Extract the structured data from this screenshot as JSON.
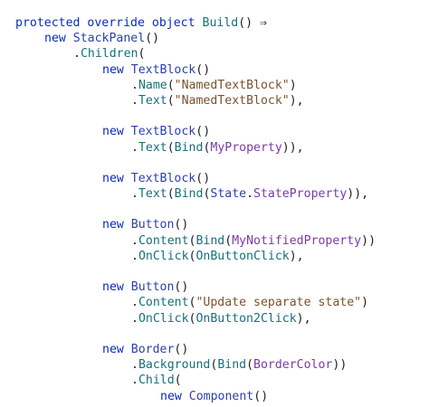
{
  "editor": {
    "lines": [
      {
        "indent": 0,
        "tokens": [
          {
            "t": "kw",
            "v": "protected"
          },
          {
            "t": "pn",
            "v": " "
          },
          {
            "t": "kw",
            "v": "override"
          },
          {
            "t": "pn",
            "v": " "
          },
          {
            "t": "kw",
            "v": "object"
          },
          {
            "t": "pn",
            "v": " "
          },
          {
            "t": "fn",
            "v": "Build"
          },
          {
            "t": "pn",
            "v": "() ⇒"
          }
        ]
      },
      {
        "indent": 1,
        "tokens": [
          {
            "t": "kw",
            "v": "new"
          },
          {
            "t": "pn",
            "v": " "
          },
          {
            "t": "ty",
            "v": "StackPanel"
          },
          {
            "t": "pn",
            "v": "()"
          }
        ]
      },
      {
        "indent": 2,
        "tokens": [
          {
            "t": "pn",
            "v": "."
          },
          {
            "t": "fn",
            "v": "Children"
          },
          {
            "t": "pn",
            "v": "("
          }
        ]
      },
      {
        "indent": 3,
        "tokens": [
          {
            "t": "kw",
            "v": "new"
          },
          {
            "t": "pn",
            "v": " "
          },
          {
            "t": "ty",
            "v": "TextBlock"
          },
          {
            "t": "pn",
            "v": "()"
          }
        ]
      },
      {
        "indent": 4,
        "tokens": [
          {
            "t": "pn",
            "v": "."
          },
          {
            "t": "fn",
            "v": "Name"
          },
          {
            "t": "pn",
            "v": "("
          },
          {
            "t": "st",
            "v": "\"NamedTextBlock\""
          },
          {
            "t": "pn",
            "v": ")"
          }
        ]
      },
      {
        "indent": 4,
        "tokens": [
          {
            "t": "pn",
            "v": "."
          },
          {
            "t": "fn",
            "v": "Text"
          },
          {
            "t": "pn",
            "v": "("
          },
          {
            "t": "st",
            "v": "\"NamedTextBlock\""
          },
          {
            "t": "pn",
            "v": "),"
          }
        ]
      },
      {
        "indent": 0,
        "tokens": []
      },
      {
        "indent": 3,
        "tokens": [
          {
            "t": "kw",
            "v": "new"
          },
          {
            "t": "pn",
            "v": " "
          },
          {
            "t": "ty",
            "v": "TextBlock"
          },
          {
            "t": "pn",
            "v": "()"
          }
        ]
      },
      {
        "indent": 4,
        "tokens": [
          {
            "t": "pn",
            "v": "."
          },
          {
            "t": "fn",
            "v": "Text"
          },
          {
            "t": "pn",
            "v": "("
          },
          {
            "t": "fn",
            "v": "Bind"
          },
          {
            "t": "pn",
            "v": "("
          },
          {
            "t": "pr",
            "v": "MyProperty"
          },
          {
            "t": "pn",
            "v": ")),"
          }
        ]
      },
      {
        "indent": 0,
        "tokens": []
      },
      {
        "indent": 3,
        "tokens": [
          {
            "t": "kw",
            "v": "new"
          },
          {
            "t": "pn",
            "v": " "
          },
          {
            "t": "ty",
            "v": "TextBlock"
          },
          {
            "t": "pn",
            "v": "()"
          }
        ]
      },
      {
        "indent": 4,
        "tokens": [
          {
            "t": "pn",
            "v": "."
          },
          {
            "t": "fn",
            "v": "Text"
          },
          {
            "t": "pn",
            "v": "("
          },
          {
            "t": "fn",
            "v": "Bind"
          },
          {
            "t": "pn",
            "v": "("
          },
          {
            "t": "ty",
            "v": "State"
          },
          {
            "t": "pn",
            "v": "."
          },
          {
            "t": "pr",
            "v": "StateProperty"
          },
          {
            "t": "pn",
            "v": ")),"
          }
        ]
      },
      {
        "indent": 0,
        "tokens": []
      },
      {
        "indent": 3,
        "tokens": [
          {
            "t": "kw",
            "v": "new"
          },
          {
            "t": "pn",
            "v": " "
          },
          {
            "t": "ty",
            "v": "Button"
          },
          {
            "t": "pn",
            "v": "()"
          }
        ]
      },
      {
        "indent": 4,
        "tokens": [
          {
            "t": "pn",
            "v": "."
          },
          {
            "t": "fn",
            "v": "Content"
          },
          {
            "t": "pn",
            "v": "("
          },
          {
            "t": "fn",
            "v": "Bind"
          },
          {
            "t": "pn",
            "v": "("
          },
          {
            "t": "pr",
            "v": "MyNotifiedProperty"
          },
          {
            "t": "pn",
            "v": "))"
          }
        ]
      },
      {
        "indent": 4,
        "tokens": [
          {
            "t": "pn",
            "v": "."
          },
          {
            "t": "fn",
            "v": "OnClick"
          },
          {
            "t": "pn",
            "v": "("
          },
          {
            "t": "fn",
            "v": "OnButtonClick"
          },
          {
            "t": "pn",
            "v": "),"
          }
        ]
      },
      {
        "indent": 0,
        "tokens": []
      },
      {
        "indent": 3,
        "tokens": [
          {
            "t": "kw",
            "v": "new"
          },
          {
            "t": "pn",
            "v": " "
          },
          {
            "t": "ty",
            "v": "Button"
          },
          {
            "t": "pn",
            "v": "()"
          }
        ]
      },
      {
        "indent": 4,
        "tokens": [
          {
            "t": "pn",
            "v": "."
          },
          {
            "t": "fn",
            "v": "Content"
          },
          {
            "t": "pn",
            "v": "("
          },
          {
            "t": "st",
            "v": "\"Update separate state\""
          },
          {
            "t": "pn",
            "v": ")"
          }
        ]
      },
      {
        "indent": 4,
        "tokens": [
          {
            "t": "pn",
            "v": "."
          },
          {
            "t": "fn",
            "v": "OnClick"
          },
          {
            "t": "pn",
            "v": "("
          },
          {
            "t": "fn",
            "v": "OnButton2Click"
          },
          {
            "t": "pn",
            "v": "),"
          }
        ]
      },
      {
        "indent": 0,
        "tokens": []
      },
      {
        "indent": 3,
        "tokens": [
          {
            "t": "kw",
            "v": "new"
          },
          {
            "t": "pn",
            "v": " "
          },
          {
            "t": "ty",
            "v": "Border"
          },
          {
            "t": "pn",
            "v": "()"
          }
        ]
      },
      {
        "indent": 4,
        "tokens": [
          {
            "t": "pn",
            "v": "."
          },
          {
            "t": "fn",
            "v": "Background"
          },
          {
            "t": "pn",
            "v": "("
          },
          {
            "t": "fn",
            "v": "Bind"
          },
          {
            "t": "pn",
            "v": "("
          },
          {
            "t": "pr",
            "v": "BorderColor"
          },
          {
            "t": "pn",
            "v": "))"
          }
        ]
      },
      {
        "indent": 4,
        "tokens": [
          {
            "t": "pn",
            "v": "."
          },
          {
            "t": "fn",
            "v": "Child"
          },
          {
            "t": "pn",
            "v": "("
          }
        ]
      },
      {
        "indent": 5,
        "tokens": [
          {
            "t": "kw",
            "v": "new"
          },
          {
            "t": "pn",
            "v": " "
          },
          {
            "t": "ty",
            "v": "Component"
          },
          {
            "t": "pn",
            "v": "()"
          }
        ]
      }
    ]
  }
}
